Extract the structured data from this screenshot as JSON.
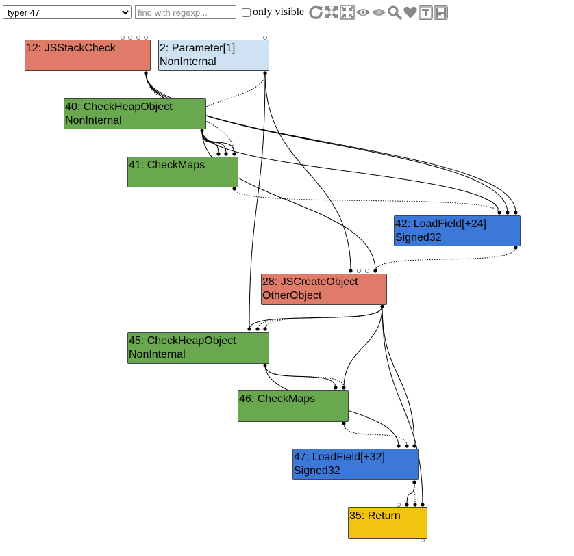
{
  "toolbar": {
    "phase_selected": "typer 47",
    "search_placeholder": "find with regexp...",
    "only_visible_label": "only visible",
    "tools": [
      "reload-icon",
      "expand-icon",
      "compress-icon",
      "show-eye-icon",
      "hide-eye-icon",
      "search-icon",
      "heart-icon",
      "type-toggle-icon",
      "save-icon"
    ]
  },
  "colors": {
    "control": "#e07b6a",
    "input": "#cfe2f3",
    "simplified": "#6aa84f",
    "load": "#3c78d8",
    "return": "#f1c40f"
  },
  "nodes": [
    {
      "id": "12",
      "label": "12: JSStackCheck",
      "line2": "",
      "kind": "control"
    },
    {
      "id": "2",
      "label": "2: Parameter[1]",
      "line2": "NonInternal",
      "kind": "input"
    },
    {
      "id": "40",
      "label": "40: CheckHeapObject",
      "line2": "NonInternal",
      "kind": "simplified"
    },
    {
      "id": "41",
      "label": "41: CheckMaps",
      "line2": "",
      "kind": "simplified"
    },
    {
      "id": "42",
      "label": "42: LoadField[+24]",
      "line2": "Signed32",
      "kind": "load"
    },
    {
      "id": "28",
      "label": "28: JSCreateObject",
      "line2": "OtherObject",
      "kind": "control"
    },
    {
      "id": "45",
      "label": "45: CheckHeapObject",
      "line2": "NonInternal",
      "kind": "simplified"
    },
    {
      "id": "46",
      "label": "46: CheckMaps",
      "line2": "",
      "kind": "simplified"
    },
    {
      "id": "47",
      "label": "47: LoadField[+32]",
      "line2": "Signed32",
      "kind": "load"
    },
    {
      "id": "35",
      "label": "35: Return",
      "line2": "",
      "kind": "return"
    }
  ]
}
